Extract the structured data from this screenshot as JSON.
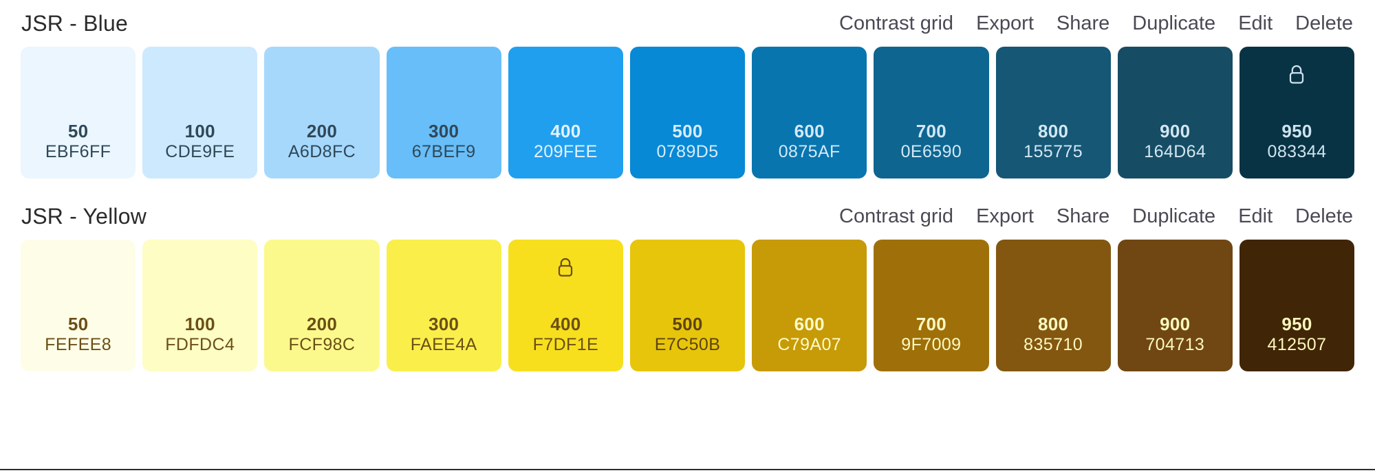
{
  "palettes": [
    {
      "title": "JSR - Blue",
      "actions": [
        {
          "label": "Contrast grid",
          "name": "contrast-grid"
        },
        {
          "label": "Export",
          "name": "export"
        },
        {
          "label": "Share",
          "name": "share"
        },
        {
          "label": "Duplicate",
          "name": "duplicate"
        },
        {
          "label": "Edit",
          "name": "edit"
        },
        {
          "label": "Delete",
          "name": "delete"
        }
      ],
      "swatches": [
        {
          "step": "50",
          "hex": "EBF6FF",
          "bg": "#EBF6FF",
          "fg": "#2F4858",
          "locked": false
        },
        {
          "step": "100",
          "hex": "CDE9FE",
          "bg": "#CDE9FE",
          "fg": "#2F4858",
          "locked": false
        },
        {
          "step": "200",
          "hex": "A6D8FC",
          "bg": "#A6D8FC",
          "fg": "#2F4858",
          "locked": false
        },
        {
          "step": "300",
          "hex": "67BEF9",
          "bg": "#67BEF9",
          "fg": "#2F4858",
          "locked": false
        },
        {
          "step": "400",
          "hex": "209FEE",
          "bg": "#209FEE",
          "fg": "#E4F2FD",
          "locked": false
        },
        {
          "step": "500",
          "hex": "0789D5",
          "bg": "#0789D5",
          "fg": "#D8ECFB",
          "locked": false
        },
        {
          "step": "600",
          "hex": "0875AF",
          "bg": "#0875AF",
          "fg": "#D3E9F8",
          "locked": false
        },
        {
          "step": "700",
          "hex": "0E6590",
          "bg": "#0E6590",
          "fg": "#D2E8F6",
          "locked": false
        },
        {
          "step": "800",
          "hex": "155775",
          "bg": "#155775",
          "fg": "#D2E7F4",
          "locked": false
        },
        {
          "step": "900",
          "hex": "164D64",
          "bg": "#164D64",
          "fg": "#D3E6F2",
          "locked": false
        },
        {
          "step": "950",
          "hex": "083344",
          "bg": "#083344",
          "fg": "#CFE3F0",
          "locked": true
        }
      ]
    },
    {
      "title": "JSR - Yellow",
      "actions": [
        {
          "label": "Contrast grid",
          "name": "contrast-grid"
        },
        {
          "label": "Export",
          "name": "export"
        },
        {
          "label": "Share",
          "name": "share"
        },
        {
          "label": "Duplicate",
          "name": "duplicate"
        },
        {
          "label": "Edit",
          "name": "edit"
        },
        {
          "label": "Delete",
          "name": "delete"
        }
      ],
      "swatches": [
        {
          "step": "50",
          "hex": "FEFEE8",
          "bg": "#FEFEE8",
          "fg": "#6B4F15",
          "locked": false
        },
        {
          "step": "100",
          "hex": "FDFDC4",
          "bg": "#FDFDC4",
          "fg": "#6B4F15",
          "locked": false
        },
        {
          "step": "200",
          "hex": "FCF98C",
          "bg": "#FCF98C",
          "fg": "#6B4F15",
          "locked": false
        },
        {
          "step": "300",
          "hex": "FAEE4A",
          "bg": "#FAEE4A",
          "fg": "#6B4F15",
          "locked": false
        },
        {
          "step": "400",
          "hex": "F7DF1E",
          "bg": "#F7DF1E",
          "fg": "#6B4F15",
          "locked": true
        },
        {
          "step": "500",
          "hex": "E7C50B",
          "bg": "#E7C50B",
          "fg": "#5E4410",
          "locked": false
        },
        {
          "step": "600",
          "hex": "C79A07",
          "bg": "#C79A07",
          "fg": "#FDFBC8",
          "locked": false
        },
        {
          "step": "700",
          "hex": "9F7009",
          "bg": "#9F7009",
          "fg": "#FCF9C3",
          "locked": false
        },
        {
          "step": "800",
          "hex": "835710",
          "bg": "#835710",
          "fg": "#FBF8C0",
          "locked": false
        },
        {
          "step": "900",
          "hex": "704713",
          "bg": "#704713",
          "fg": "#FBF8BE",
          "locked": false
        },
        {
          "step": "950",
          "hex": "412507",
          "bg": "#412507",
          "fg": "#FAF7BC",
          "locked": false
        }
      ]
    }
  ],
  "icons": {
    "lock": "lock-icon"
  }
}
